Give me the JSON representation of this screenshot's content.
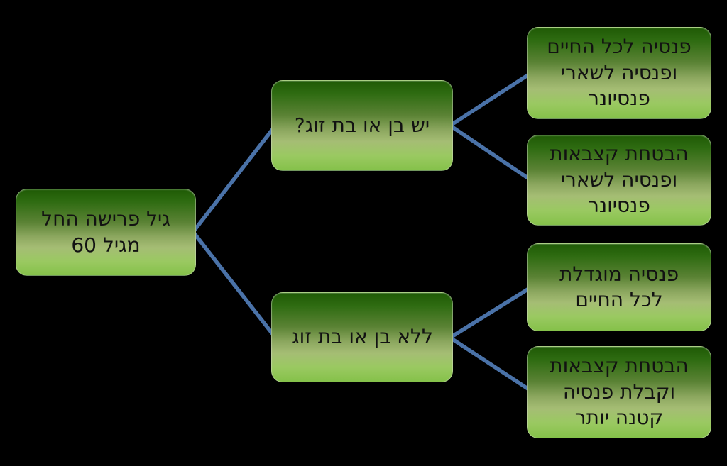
{
  "diagram": {
    "type": "decision-tree",
    "language": "he",
    "direction": "rtl",
    "background_color": "#000000",
    "connector_color": "#4a72a8",
    "node_gradient_top": "#1f5a05",
    "node_gradient_bottom": "#85c14a",
    "node_text_color": "#121212",
    "nodes": {
      "root": {
        "label": "גיל פרישה החל\nמגיל 60"
      },
      "has_spouse": {
        "label": "יש בן או בת זוג?"
      },
      "no_spouse": {
        "label": "ללא בן או בת זוג"
      },
      "lifetime_pension_survivors": {
        "label": "פנסיה לכל החיים\nופנסיה לשארי\nפנסיונר"
      },
      "guaranteed_benefits_survivors": {
        "label": "הבטחת קצבאות\nופנסיה לשארי\nפנסיונר"
      },
      "increased_lifetime_pension": {
        "label": "פנסיה מוגדלת\nלכל החיים"
      },
      "guaranteed_benefits_smaller_pension": {
        "label": "הבטחת קצבאות\nוקבלת פנסיה\nקטנה יותר"
      }
    },
    "edges": [
      {
        "from": "root",
        "to": "has_spouse"
      },
      {
        "from": "root",
        "to": "no_spouse"
      },
      {
        "from": "has_spouse",
        "to": "lifetime_pension_survivors"
      },
      {
        "from": "has_spouse",
        "to": "guaranteed_benefits_survivors"
      },
      {
        "from": "no_spouse",
        "to": "increased_lifetime_pension"
      },
      {
        "from": "no_spouse",
        "to": "guaranteed_benefits_smaller_pension"
      }
    ]
  }
}
